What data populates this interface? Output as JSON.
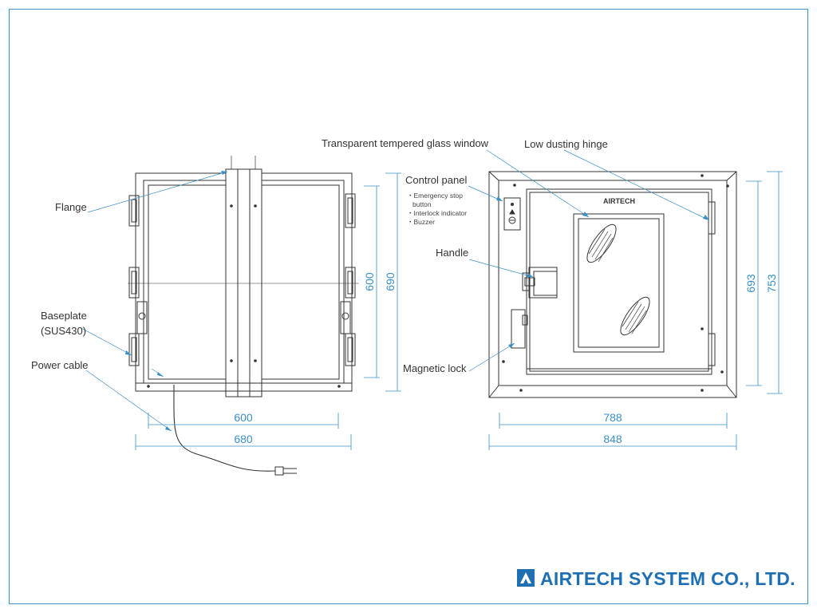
{
  "labels": {
    "flange": "Flange",
    "baseplate": "Baseplate",
    "baseplate_material": "(SUS430)",
    "power_cable": "Power cable",
    "glass_window": "Transparent tempered glass window",
    "hinge": "Low dusting hinge",
    "control_panel": "Control panel",
    "control_items": [
      "・Emergency stop",
      "button",
      "・Interlock indicator",
      "・Buzzer"
    ],
    "handle": "Handle",
    "magnetic_lock": "Magnetic lock"
  },
  "dimensions": {
    "side_inner_width": "600",
    "side_outer_width": "680",
    "side_inner_height": "600",
    "side_outer_height": "690",
    "front_inner_width": "788",
    "front_outer_width": "848",
    "front_inner_height": "693",
    "front_outer_height": "753"
  },
  "product_brand": "AIRTECH",
  "company": "AIRTECH SYSTEM CO., LTD.",
  "colors": {
    "leader": "#3a8fc4",
    "line": "#333333",
    "logo": "#1f6fb3"
  }
}
